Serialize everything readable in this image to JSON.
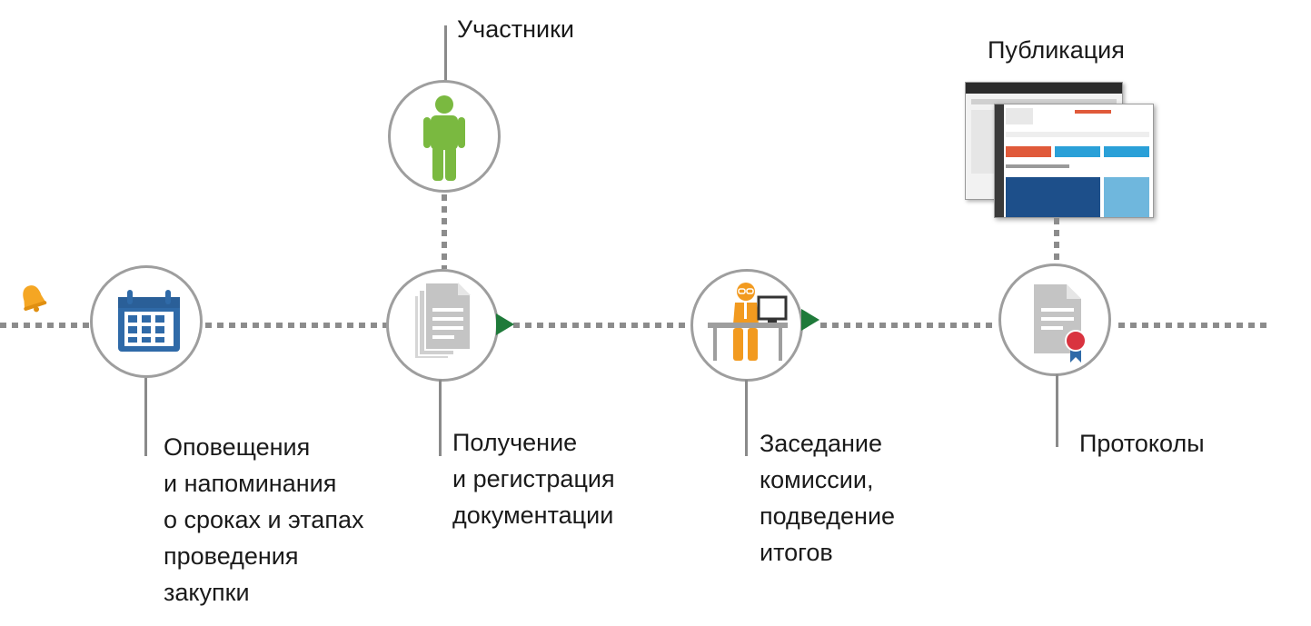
{
  "colors": {
    "line": "#8c8c8c",
    "node_border": "#9e9e9e",
    "calendar": "#2f6aa8",
    "person_green": "#7ab940",
    "person_orange": "#f29a1f",
    "document_gray": "#c8c8c8",
    "arrow_green": "#1f7a3a",
    "seal_red": "#d9333f",
    "bell_orange": "#f5a623"
  },
  "icons": {
    "bell": "bell-icon",
    "calendar": "calendar-icon",
    "documents": "documents-icon",
    "participant": "person-icon",
    "commission": "person-at-desk-icon",
    "protocol": "certificate-icon",
    "publication": "website-screenshot"
  },
  "labels": {
    "participants": "Участники",
    "publication": "Публикация",
    "notifications": [
      "Оповещения",
      "и напоминания",
      "о сроках и этапах",
      "проведения",
      "закупки"
    ],
    "receiving": [
      "Получение",
      "и регистрация",
      "документации"
    ],
    "commission": [
      "Заседание",
      "комиссии,",
      "подведение",
      "итогов"
    ],
    "protocols": "Протоколы"
  }
}
